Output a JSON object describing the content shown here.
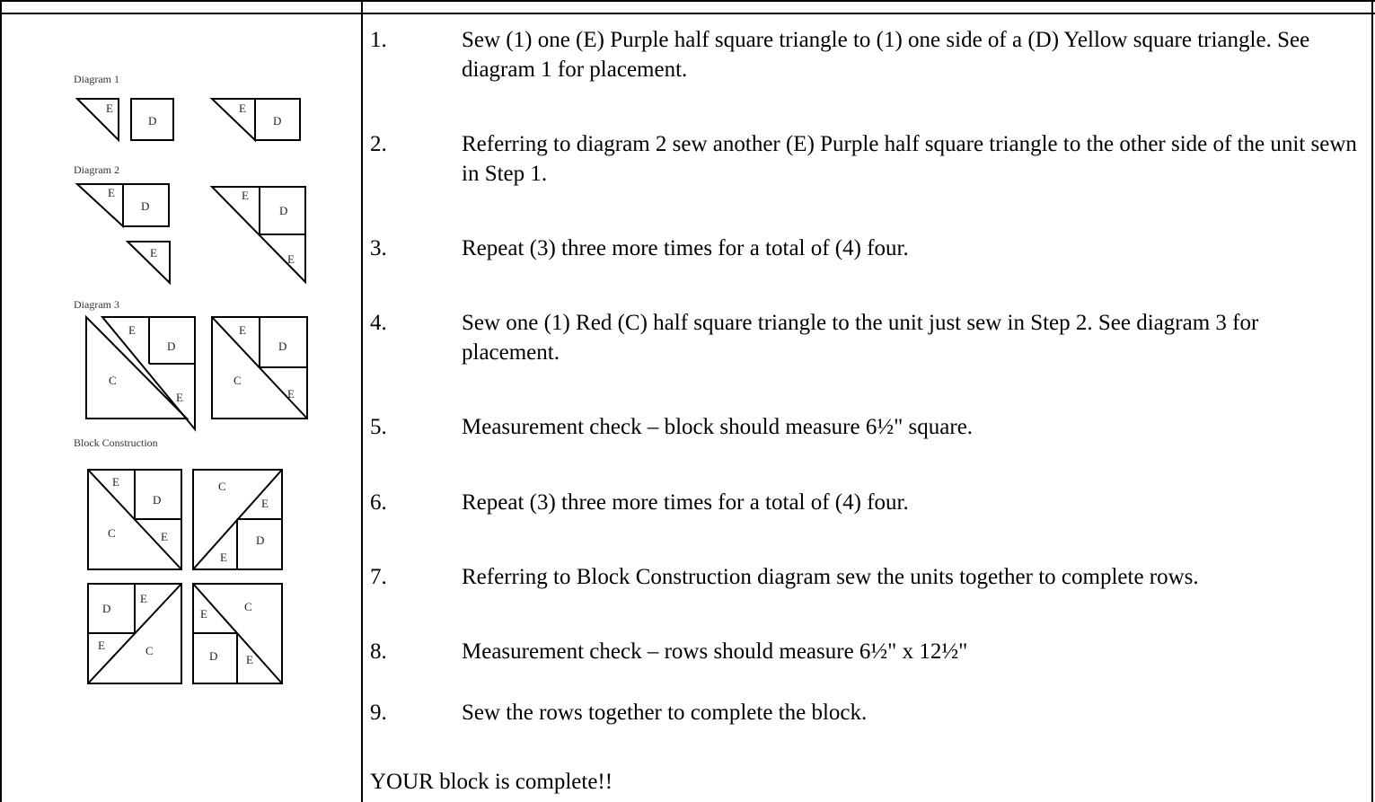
{
  "left_panel": {
    "diagram1_label": "Diagram 1",
    "diagram2_label": "Diagram 2",
    "diagram3_label": "Diagram 3",
    "block_label": "Block Construction",
    "piece_labels": {
      "c": "C",
      "d": "D",
      "e": "E"
    }
  },
  "steps": [
    {
      "num": "1.",
      "text": "Sew (1) one (E) Purple half square triangle to (1) one side of a (D) Yellow square triangle.  See diagram 1 for placement."
    },
    {
      "num": "2.",
      "text": "Referring to diagram 2 sew another (E) Purple half square triangle to the other side of the unit sewn in Step 1."
    },
    {
      "num": "3.",
      "text": "Repeat (3) three more times for a total of (4) four."
    },
    {
      "num": "4.",
      "text": "Sew one (1) Red (C) half square triangle to the unit just sew in Step 2.  See diagram 3 for placement."
    },
    {
      "num": "5.",
      "text": "Measurement check – block should measure 6½\" square."
    },
    {
      "num": "6.",
      "text": "Repeat (3) three more times for a total of (4) four."
    },
    {
      "num": "7.",
      "text": "Referring to Block Construction diagram sew the units together to complete rows."
    },
    {
      "num": "8.",
      "text": "Measurement check – rows should measure 6½\" x 12½\""
    },
    {
      "num": "9.",
      "text": "Sew the rows together to complete the block."
    }
  ],
  "closing": "YOUR block is complete!!"
}
